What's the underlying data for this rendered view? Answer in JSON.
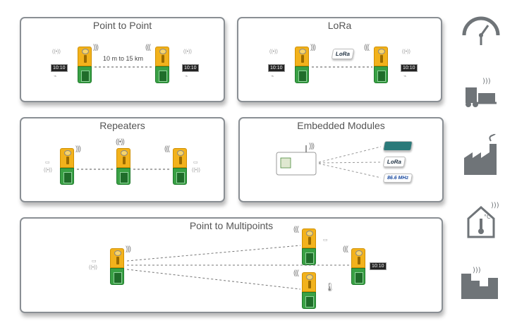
{
  "panels": {
    "point_to_point": {
      "title": "Point to Point",
      "distance": "10 m to 15 km"
    },
    "lora": {
      "title": "LoRa",
      "badge": "LoRa"
    },
    "repeaters": {
      "title": "Repeaters"
    },
    "embedded": {
      "title": "Embedded Modules",
      "modules": [
        "",
        "LoRa",
        "86.6 MHz"
      ]
    },
    "multipoints": {
      "title": "Point to Multipoints"
    }
  },
  "display_text": "10:10",
  "icons": [
    "gauge-icon",
    "forklift-icon",
    "factory-icon",
    "house-temperature-icon",
    "city-buildings-icon"
  ],
  "colors": {
    "device_yellow": "#f2b21c",
    "device_green": "#3aa145",
    "icon_gray": "#6f7478"
  }
}
